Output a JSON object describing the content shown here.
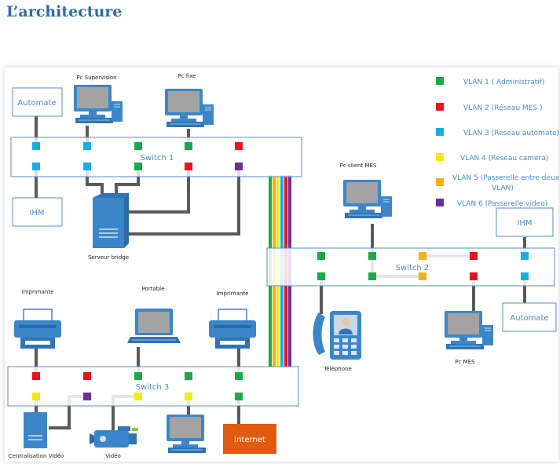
{
  "title": "L’architecture",
  "colors": {
    "vlan1": "#1aa84a",
    "vlan2": "#e8141c",
    "vlan3": "#18aee2",
    "vlan4": "#f5e812",
    "vlan5": "#f5b013",
    "vlan6": "#6b2d9a",
    "cable": "#5a5a5a",
    "box_border": "#4f8ecb",
    "text_blue": "#4a8ac8",
    "internet": "#e05a12",
    "device_blue": "#3b86c9"
  },
  "switches": {
    "s1": "Switch 1",
    "s2": "Switch 2",
    "s3": "Switch 3"
  },
  "devices": {
    "automate1": "Automate",
    "ihm1": "IHM",
    "pc_supervision": "Pc Supervision",
    "pc_fixe": "Pc fixe",
    "serveur_bridge": "Serveur bridge",
    "pc_client_mes": "Pc client MES",
    "ihm2": "IHM",
    "automate2": "Automate",
    "telephone": "Téléphone",
    "pc_mes": "Pc MES",
    "imprimante1": "Imprimante",
    "portable": "Portable",
    "imprimante2": "Imprimante",
    "centralisation_video": "Centralisation Vidéo",
    "video": "Vidéo",
    "internet": "Internet"
  },
  "legend": [
    {
      "label": "VLAN 1 ( Administratif)",
      "color": "#1aa84a"
    },
    {
      "label": "VLAN 2 (Réseau  MES  )",
      "color": "#e8141c"
    },
    {
      "label": "VLAN 3 (Réseau automate)",
      "color": "#18aee2"
    },
    {
      "label": "VLAN 4 (Réseau camera)",
      "color": "#f5e812"
    },
    {
      "label": "VLAN 5 (Passerelle entre deux",
      "label2": "VLAN)",
      "color": "#f5b013"
    },
    {
      "label": "VLAN 6 (Passerelle video)",
      "color": "#6b2d9a"
    }
  ]
}
